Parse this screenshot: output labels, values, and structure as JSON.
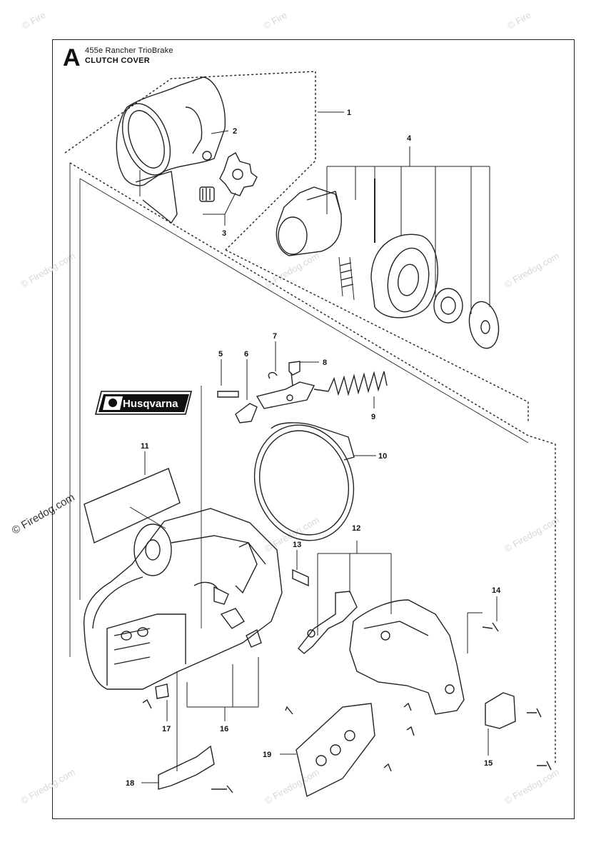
{
  "header": {
    "section_letter": "A",
    "model": "455e Rancher TrioBrake",
    "title": "CLUTCH COVER"
  },
  "watermark": {
    "text": "© Firedog.com",
    "corner_text": "© Fire",
    "main_text": "© Firedog.com"
  },
  "decal": {
    "brand": "Husqvarna"
  },
  "callouts": [
    "1",
    "2",
    "3",
    "4",
    "5",
    "6",
    "7",
    "8",
    "9",
    "10",
    "11",
    "12",
    "13",
    "14",
    "15",
    "16",
    "17",
    "18",
    "19"
  ],
  "colors": {
    "line": "#222222",
    "watermark": "#d7d7d7"
  }
}
